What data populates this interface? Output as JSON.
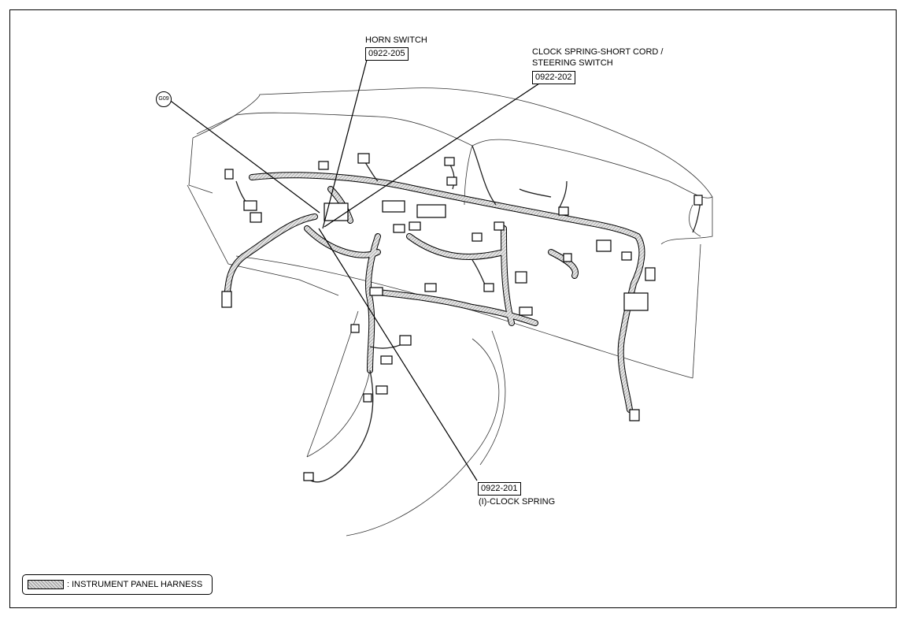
{
  "callouts": {
    "horn_switch": {
      "name": "HORN SWITCH",
      "code": "0922-205"
    },
    "clock_spring_short_cord": {
      "name_line1": "CLOCK SPRING-SHORT CORD /",
      "name_line2": "STEERING SWITCH",
      "code": "0922-202"
    },
    "clock_spring": {
      "code": "0922-201",
      "name": "(I)-CLOCK SPRING"
    },
    "ground": {
      "label": "G09"
    }
  },
  "legend": {
    "text": ": INSTRUMENT PANEL HARNESS"
  },
  "colors": {
    "line": "#000000",
    "harness_fill": "#b0b0b0",
    "background": "#ffffff"
  }
}
